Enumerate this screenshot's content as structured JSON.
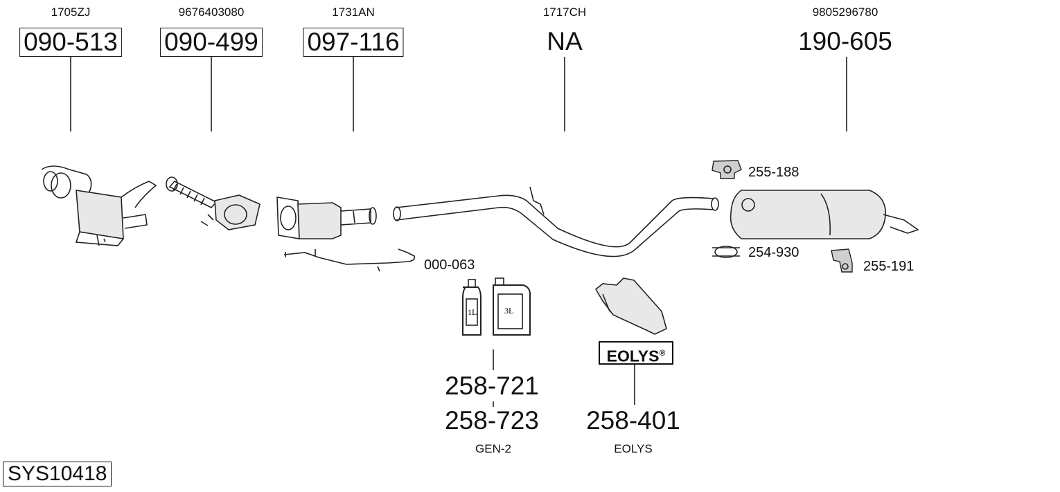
{
  "system_id": "SYS10418",
  "parts": [
    {
      "ref": "1705ZJ",
      "number": "090-513",
      "boxed": true
    },
    {
      "ref": "9676403080",
      "number": "090-499",
      "boxed": true
    },
    {
      "ref": "1731AN",
      "number": "097-116",
      "boxed": true
    },
    {
      "ref": "1717CH",
      "number": "NA",
      "boxed": false
    },
    {
      "ref": "9805296780",
      "number": "190-605",
      "boxed": false
    }
  ],
  "small_parts": {
    "sensor": "000-063",
    "hanger_top": "255-188",
    "clamp": "254-930",
    "hanger_bottom": "255-191"
  },
  "additives": {
    "number_1": "258-721",
    "number_2": "258-723",
    "label": "GEN-2",
    "can_small": "1L",
    "can_large": "3L"
  },
  "eolys": {
    "number": "258-401",
    "label": "EOLYS",
    "brand": "EOLYS",
    "brand_mark": "®"
  }
}
